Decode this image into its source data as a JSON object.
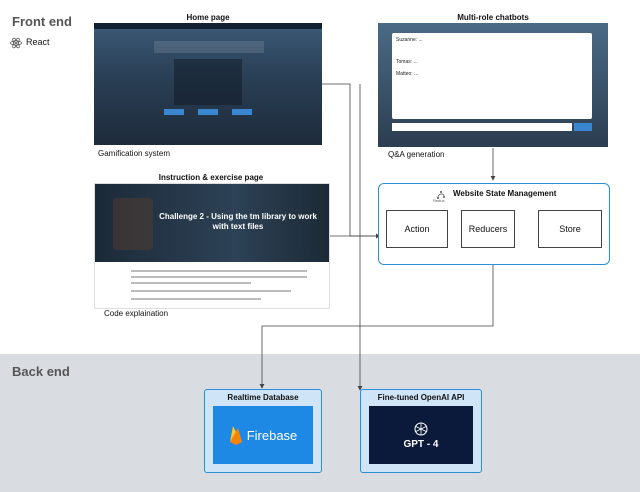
{
  "frontend": {
    "title": "Front end",
    "react_label": "React"
  },
  "backend": {
    "title": "Back end"
  },
  "screens": {
    "home": {
      "title": "Home page",
      "caption": "Gamification system"
    },
    "chatbots": {
      "title": "Multi-role chatbots",
      "caption": "Q&A generation",
      "messages": [
        "Suzanne: ...",
        "Tomas: ...",
        "Matteo: ..."
      ]
    },
    "instruction": {
      "title": "Instruction & exercise page",
      "caption": "Code explaination",
      "challenge_text": "Challenge 2 - Using the tm library to work with text files"
    }
  },
  "state_management": {
    "title": "Website State Management",
    "redux_label": "Redux",
    "nodes": [
      "Action",
      "Reducers",
      "Store"
    ]
  },
  "services": {
    "realtime_db": {
      "title": "Realtime Database",
      "logo_text": "Firebase"
    },
    "openai": {
      "title": "Fine-tuned OpenAI API",
      "logo_text": "GPT - 4"
    }
  },
  "colors": {
    "accent_blue": "#2a8fd6",
    "backend_bg": "#d9dde2",
    "service_bg": "#cfe4f7",
    "firebase_orange": "#f5820d",
    "firebase_yellow": "#ffca28",
    "gpt_bg": "#0b1a3a",
    "screen_dark": "#1f3142"
  }
}
